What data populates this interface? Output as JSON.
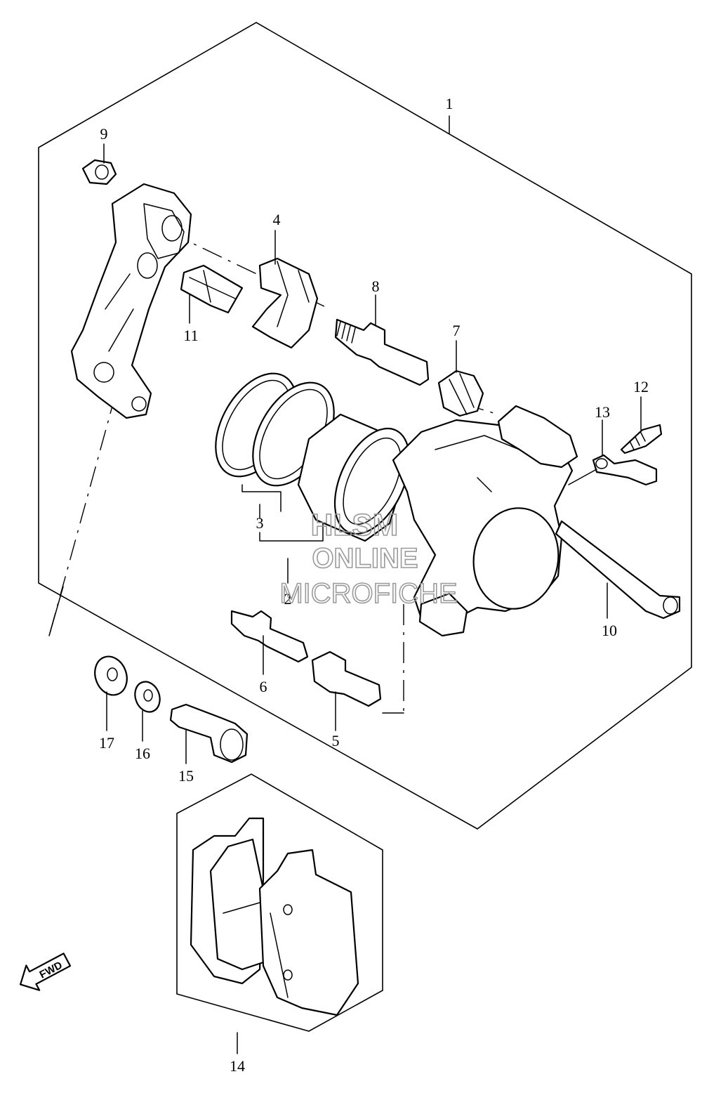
{
  "callouts": [
    {
      "id": "1",
      "label": "1"
    },
    {
      "id": "2",
      "label": "2"
    },
    {
      "id": "3",
      "label": "3"
    },
    {
      "id": "4",
      "label": "4"
    },
    {
      "id": "5",
      "label": "5"
    },
    {
      "id": "6",
      "label": "6"
    },
    {
      "id": "7",
      "label": "7"
    },
    {
      "id": "8",
      "label": "8"
    },
    {
      "id": "9",
      "label": "9"
    },
    {
      "id": "10",
      "label": "10"
    },
    {
      "id": "11",
      "label": "11"
    },
    {
      "id": "12",
      "label": "12"
    },
    {
      "id": "13",
      "label": "13"
    },
    {
      "id": "14",
      "label": "14"
    },
    {
      "id": "15",
      "label": "15"
    },
    {
      "id": "16",
      "label": "16"
    },
    {
      "id": "17",
      "label": "17"
    }
  ],
  "watermark": {
    "line1": "HLSM",
    "line2": "ONLINE",
    "line3": "MICROFICHE"
  },
  "fwd_label": "FWD"
}
